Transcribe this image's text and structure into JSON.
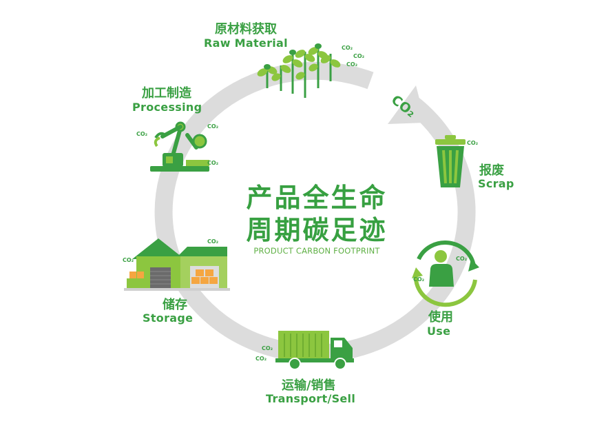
{
  "center": {
    "title_line1": "产品全生命",
    "title_line2": "周期碳足迹",
    "subtitle": "PRODUCT CARBON FOOTPRINT"
  },
  "arrow_label": "CO₂",
  "co2_tag": "CO₂",
  "stages": {
    "raw_material": {
      "zh": "原材料获取",
      "en": "Raw Material"
    },
    "processing": {
      "zh": "加工制造",
      "en": "Processing"
    },
    "scrap": {
      "zh": "报废",
      "en": "Scrap"
    },
    "use": {
      "zh": "使用",
      "en": "Use"
    },
    "transport": {
      "zh": "运输/销售",
      "en": "Transport/Sell"
    },
    "storage": {
      "zh": "储存",
      "en": "Storage"
    }
  },
  "colors": {
    "green": "#3aa043",
    "light_green": "#8cc63f",
    "ring": "#dcdcdc",
    "orange": "#f5a641"
  },
  "icons": [
    "plant-sprouts-icon",
    "robot-arm-icon",
    "trash-bin-icon",
    "person-recycle-icon",
    "truck-icon",
    "warehouse-icon"
  ]
}
